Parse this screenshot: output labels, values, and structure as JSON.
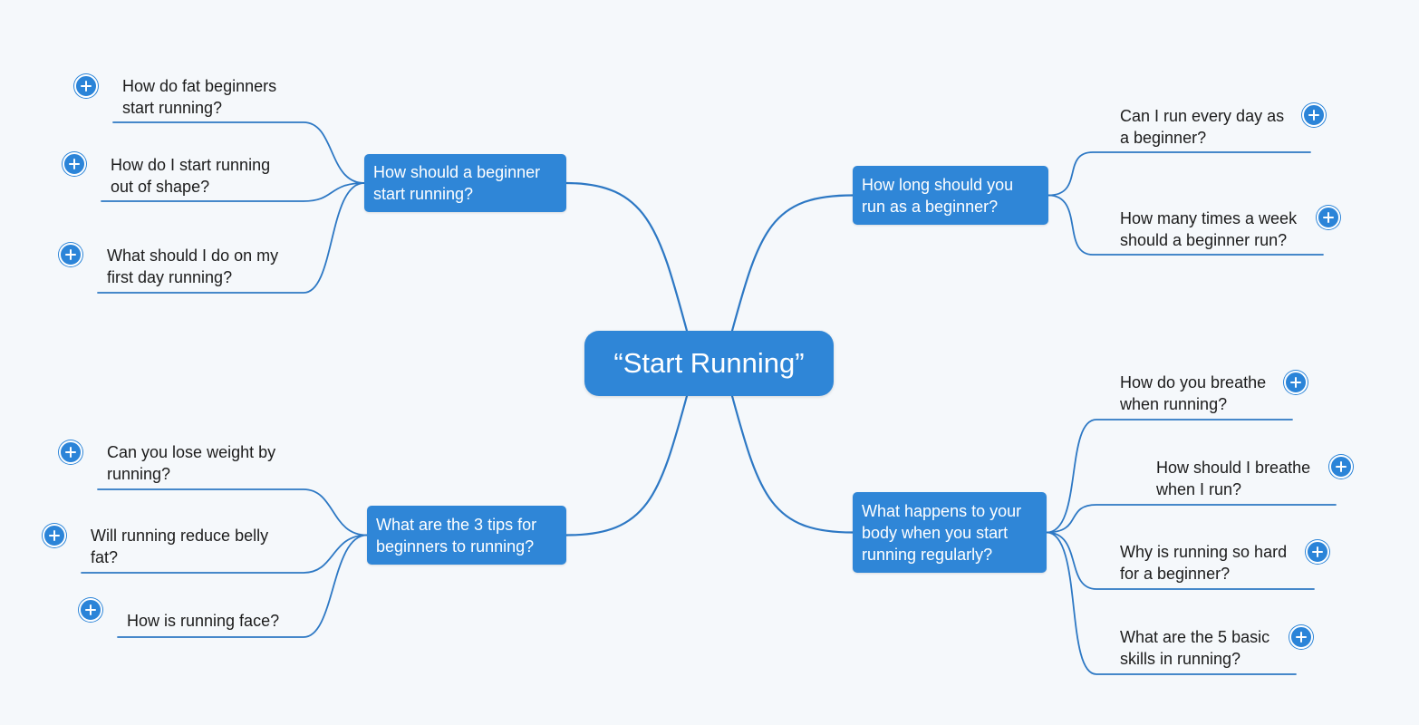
{
  "root": {
    "label": "“Start Running”"
  },
  "colors": {
    "accent": "#2f86d7",
    "line": "#2d78c4",
    "background": "#f5f8fb",
    "text": "#1c1c1c"
  },
  "branches": [
    {
      "id": "beginner-start",
      "label": "How should a beginner\nstart running?",
      "leaves": [
        {
          "label": "How do fat beginners\nstart running?",
          "icon": "plus-circle-icon"
        },
        {
          "label": "How do I start running\nout of shape?",
          "icon": "plus-circle-icon"
        },
        {
          "label": "What should I do on my\nfirst day running?",
          "icon": "plus-circle-icon"
        }
      ]
    },
    {
      "id": "how-long",
      "label": "How long should you\nrun as a beginner?",
      "leaves": [
        {
          "label": "Can I run every day as\na beginner?",
          "icon": "plus-circle-icon"
        },
        {
          "label": "How many times a week\nshould a beginner run?",
          "icon": "plus-circle-icon"
        }
      ]
    },
    {
      "id": "three-tips",
      "label": "What are the 3 tips for\nbeginners to running?",
      "leaves": [
        {
          "label": "Can you lose weight by\nrunning?",
          "icon": "plus-circle-icon"
        },
        {
          "label": "Will running reduce belly\nfat?",
          "icon": "plus-circle-icon"
        },
        {
          "label": "How is running face?",
          "icon": "plus-circle-icon"
        }
      ]
    },
    {
      "id": "body-changes",
      "label": "What happens to your\nbody when you start\nrunning regularly?",
      "leaves": [
        {
          "label": "How do you breathe\nwhen running?",
          "icon": "plus-circle-icon"
        },
        {
          "label": "How should I breathe\nwhen I run?",
          "icon": "plus-circle-icon"
        },
        {
          "label": "Why is running so hard\nfor a beginner?",
          "icon": "plus-circle-icon"
        },
        {
          "label": "What are the 5 basic\nskills in running?",
          "icon": "plus-circle-icon"
        }
      ]
    }
  ]
}
